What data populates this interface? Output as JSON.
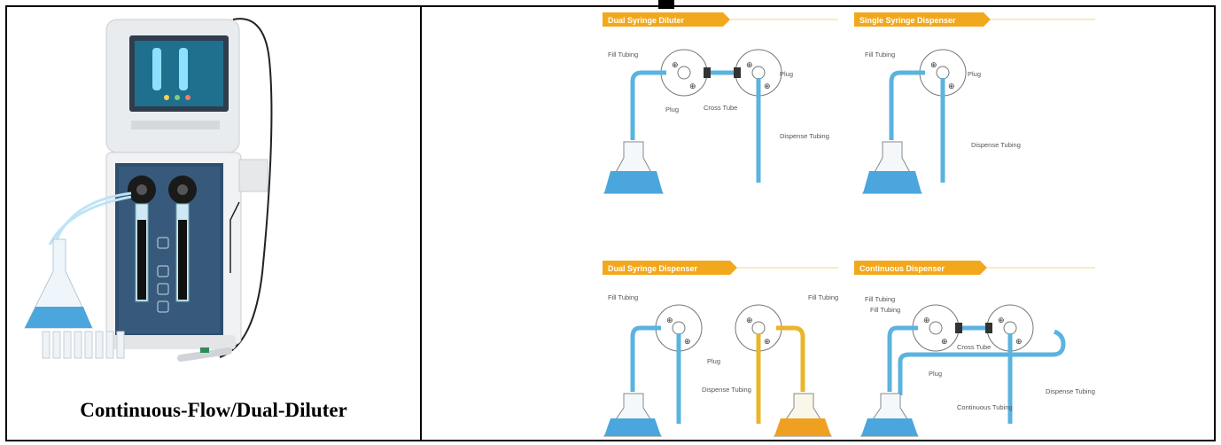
{
  "product": {
    "caption": "Continuous-Flow/Dual-Diluter"
  },
  "diagrams": [
    {
      "title": "Dual Syringe Diluter",
      "labels": [
        "Fill Tubing",
        "Plug",
        "Plug",
        "Cross Tube",
        "Dispense Tubing"
      ]
    },
    {
      "title": "Single Syringe Dispenser",
      "labels": [
        "Fill Tubing",
        "Plug",
        "Dispense Tubing"
      ]
    },
    {
      "title": "Dual Syringe Dispenser",
      "labels": [
        "Fill Tubing",
        "Fill Tubing",
        "Plug",
        "Dispense Tubing"
      ]
    },
    {
      "title": "Continuous Dispenser",
      "labels": [
        "Fill Tubing",
        "Fill Tubing",
        "Cross Tube",
        "Plug",
        "Continuous Tubing",
        "Dispense Tubing"
      ]
    }
  ],
  "colors": {
    "banner": "#f2a81d",
    "liquid_blue": "#4aa6dc",
    "liquid_orange": "#f0a020",
    "tube_blue": "#5bb3e0",
    "tube_yellow": "#e9b52a"
  }
}
